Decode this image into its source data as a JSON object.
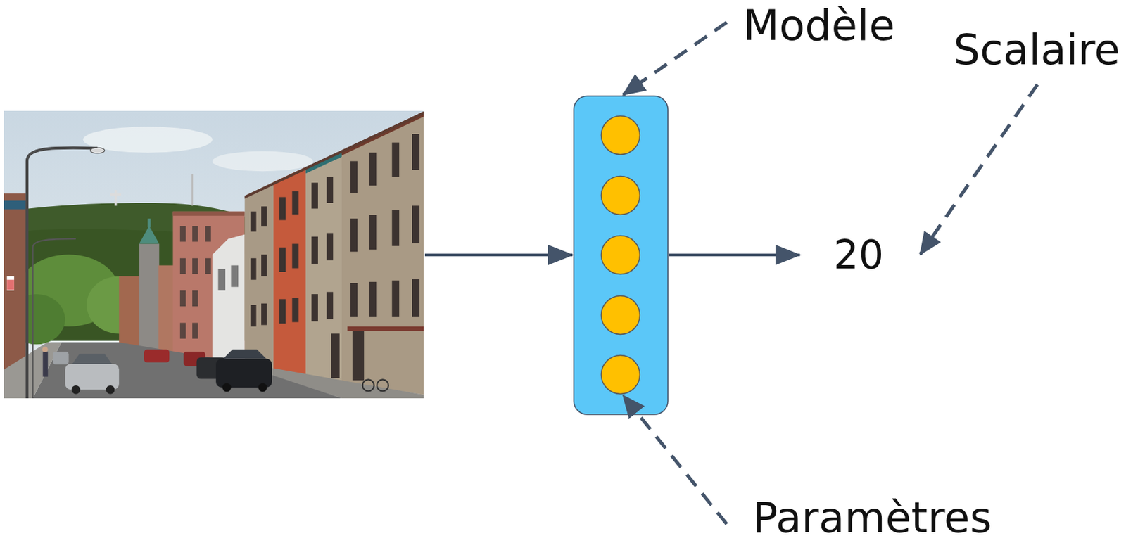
{
  "diagram": {
    "labels": [
      "Modèle",
      "Scalaire",
      "20",
      "Paramètres"
    ]
  }
}
